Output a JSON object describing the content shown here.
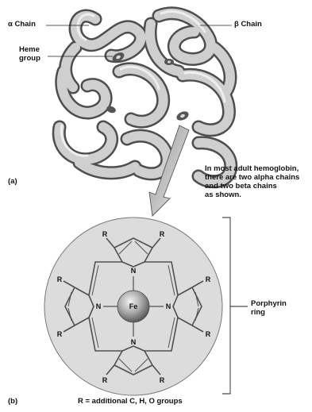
{
  "labels": {
    "alpha_chain": "α Chain",
    "beta_chain": "β Chain",
    "heme_group_line1": "Heme",
    "heme_group_line2": "group",
    "panel_a": "(a)",
    "panel_b": "(b)",
    "note_line1": "In most adult hemoglobin,",
    "note_line2": "there are two alpha chains",
    "note_line3": "and two beta chains",
    "note_line4": "as shown.",
    "porphyrin_line1": "Porphyrin",
    "porphyrin_line2": "ring",
    "iron": "Fe",
    "nitrogen": "N",
    "r_group": "R",
    "footnote": "R = additional C, H, O groups"
  },
  "colors": {
    "protein_light": "#d2d2d2",
    "protein_dark": "#6e6e6e",
    "disc_fill": "#dcdcdc",
    "ring_line": "#505050"
  }
}
